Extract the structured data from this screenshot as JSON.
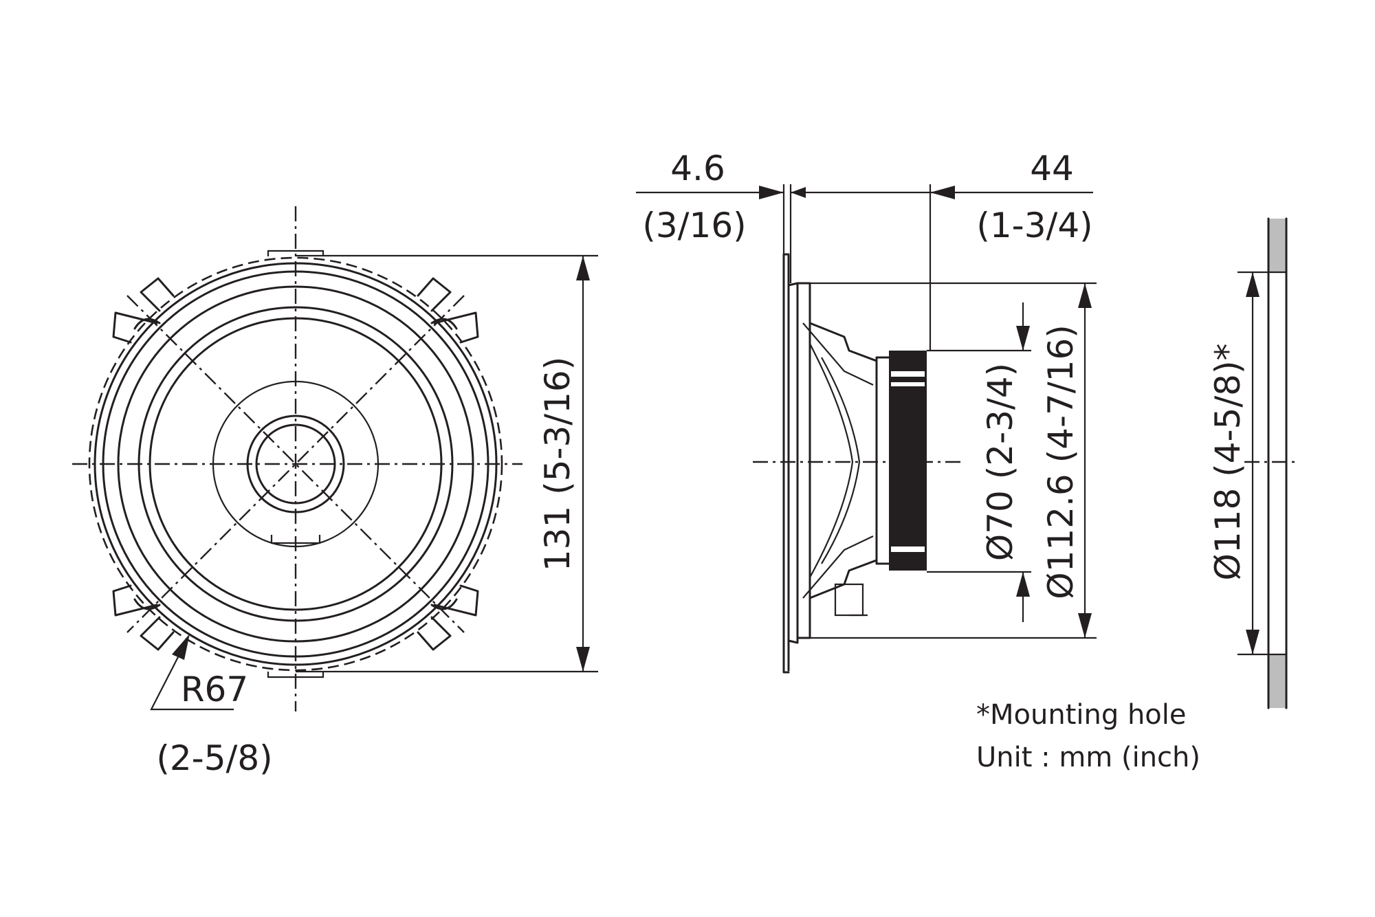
{
  "front_view": {
    "height_dim": "131 (5-3/16)",
    "radius_dim": "R67",
    "radius_dim_inch": "(2-5/8)"
  },
  "side_view": {
    "flange_dim": "4.6",
    "flange_dim_inch": "(3/16)",
    "depth_dim": "44",
    "depth_dim_inch": "(1-3/4)",
    "magnet_dim": "Ø70 (2-3/4)",
    "frame_dim": "Ø112.6 (4-7/16)"
  },
  "mounting_view": {
    "hole_dim": "Ø118 (4-5/8)*"
  },
  "notes": {
    "mounting_hole": "*Mounting hole",
    "unit": "Unit : mm (inch)"
  }
}
